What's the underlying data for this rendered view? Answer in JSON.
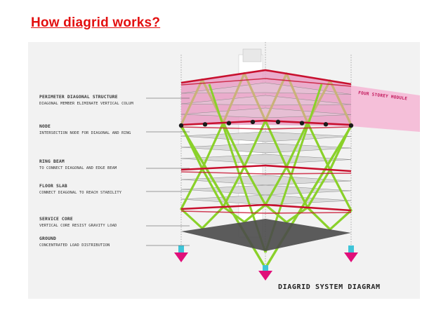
{
  "slide": {
    "title": "How diagrid works?"
  },
  "diagram": {
    "labels": [
      {
        "title": "PERIMETER DIAGONAL STRUCTURE",
        "desc": "DIAGONAL MEMBER ELIMINATE VERTICAL COLUM"
      },
      {
        "title": "NODE",
        "desc": "INTERSECTION NODE FOR DIAGONAL AND RING"
      },
      {
        "title": "RING BEAM",
        "desc": "TO CONNECT DIAGONAL AND EDGE BEAM"
      },
      {
        "title": "FLOOR SLAB",
        "desc": "CONNECT DIAGONAL TO REACH STABILITY"
      },
      {
        "title": "SERVICE CORE",
        "desc": "VERTICAL CORE RESIST GRAVITY LOAD"
      },
      {
        "title": "GROUND",
        "desc": "CONCENTRATED LOAD DISTRIBUTION"
      }
    ],
    "module_label": "FOUR STOREY MODULE",
    "caption": "DIAGRID SYSTEM DIAGRAM",
    "colors": {
      "title": "#e30f0f",
      "diagonal": "#8ad12a",
      "ring_beam": "#c8102e",
      "module_fill": "#e9a0c6",
      "arrow": "#e0107a",
      "arrow_column": "#3fc4d8",
      "node": "#1a1a1a",
      "slab": "#555555"
    }
  }
}
